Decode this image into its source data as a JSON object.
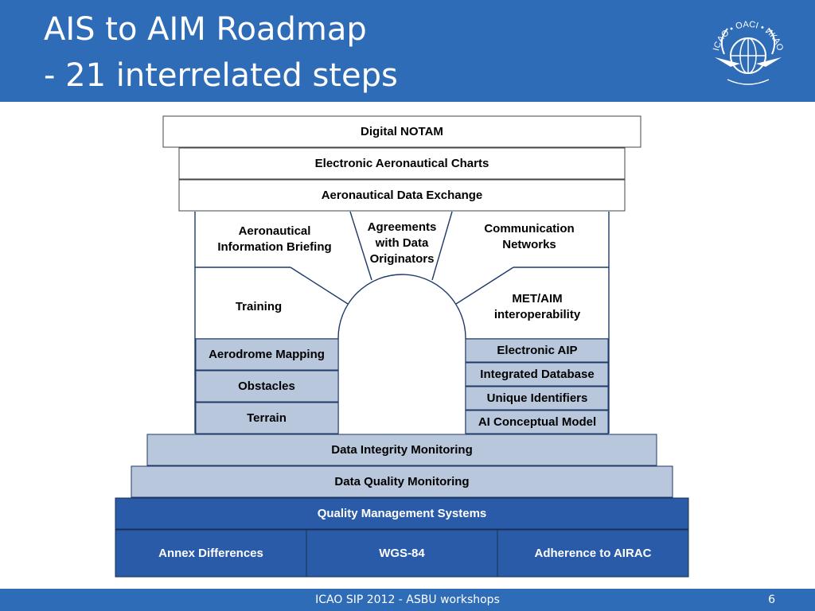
{
  "slide": {
    "title_line1": "AIS to AIM Roadmap",
    "title_line2": "- 21 interrelated steps",
    "footer": "ICAO SIP 2012 - ASBU workshops",
    "page_number": "6",
    "logo_text_top": "ICAO • OACI • ИКАО",
    "logo_icon": "icao-emblem-icon"
  },
  "colors": {
    "header": "#2f6cb8",
    "light_block": "#b8c7dc",
    "dark_block": "#2a5ba8"
  },
  "diagram": {
    "top": {
      "digital_notam": "Digital NOTAM",
      "electronic_charts": "Electronic Aeronautical Charts",
      "data_exchange": "Aeronautical Data Exchange"
    },
    "arch": {
      "aib_line1": "Aeronautical",
      "aib_line2": "Information Briefing",
      "agreements_line1": "Agreements",
      "agreements_line2": "with Data",
      "agreements_line3": "Originators",
      "comm_line1": "Communication",
      "comm_line2": "Networks",
      "training": "Training",
      "met_line1": "MET/AIM",
      "met_line2": "interoperability"
    },
    "left_pillar": [
      "Aerodrome Mapping",
      "Obstacles",
      "Terrain"
    ],
    "right_pillar": [
      "Electronic AIP",
      "Integrated Database",
      "Unique Identifiers",
      "AI Conceptual Model"
    ],
    "base": {
      "integrity": "Data Integrity Monitoring",
      "quality": "Data Quality Monitoring",
      "qms": "Quality Management Systems",
      "annex": "Annex Differences",
      "wgs": "WGS-84",
      "airac": "Adherence to AIRAC"
    }
  }
}
